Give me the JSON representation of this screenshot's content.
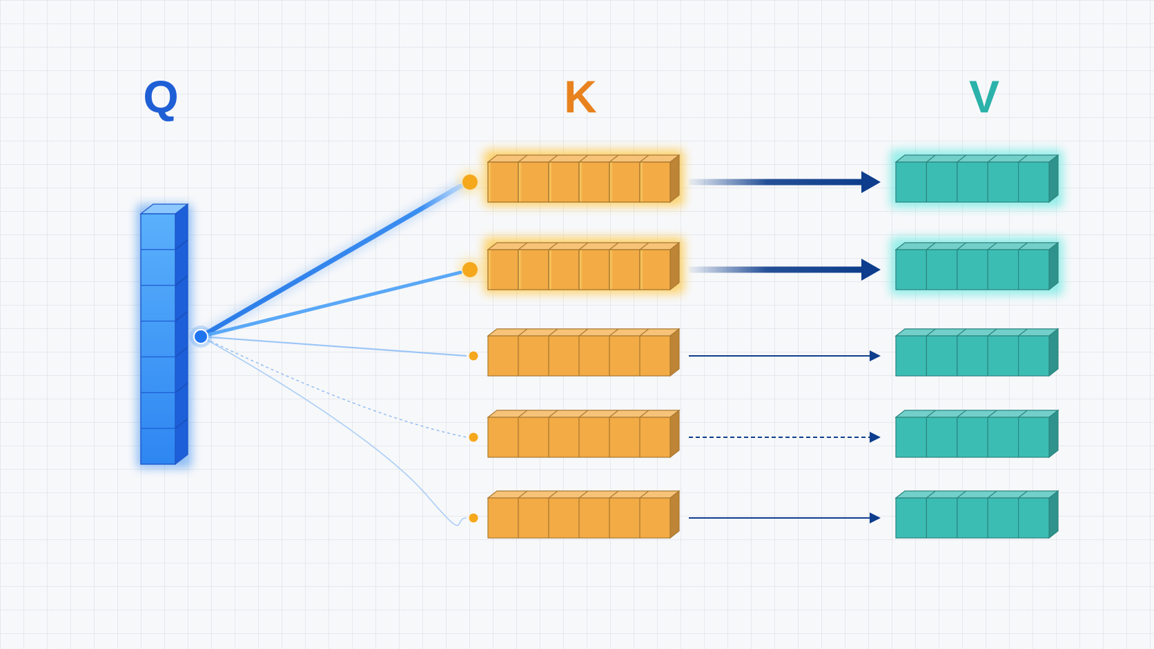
{
  "headers": {
    "query": "Q",
    "key": "K",
    "value": "V"
  },
  "colors": {
    "query": "#1f5fd6",
    "query_light": "#5aa8f7",
    "key": "#e8821e",
    "key_fill": "#f3ab45",
    "value": "#2bb2aa",
    "value_fill": "#3cbdb4",
    "arrow": "#0d3d8c",
    "connector": "#3b8ef0"
  },
  "query_vector": {
    "cells": 7,
    "label": "Q"
  },
  "key_value_rows": [
    {
      "name": "row-1",
      "key_cells": 6,
      "value_cells": 5,
      "attention": "high",
      "highlighted": true
    },
    {
      "name": "row-2",
      "key_cells": 6,
      "value_cells": 5,
      "attention": "high",
      "highlighted": true
    },
    {
      "name": "row-3",
      "key_cells": 6,
      "value_cells": 5,
      "attention": "low",
      "highlighted": false
    },
    {
      "name": "row-4",
      "key_cells": 6,
      "value_cells": 5,
      "attention": "very-low",
      "highlighted": false
    },
    {
      "name": "row-5",
      "key_cells": 6,
      "value_cells": 5,
      "attention": "low",
      "highlighted": false
    }
  ]
}
